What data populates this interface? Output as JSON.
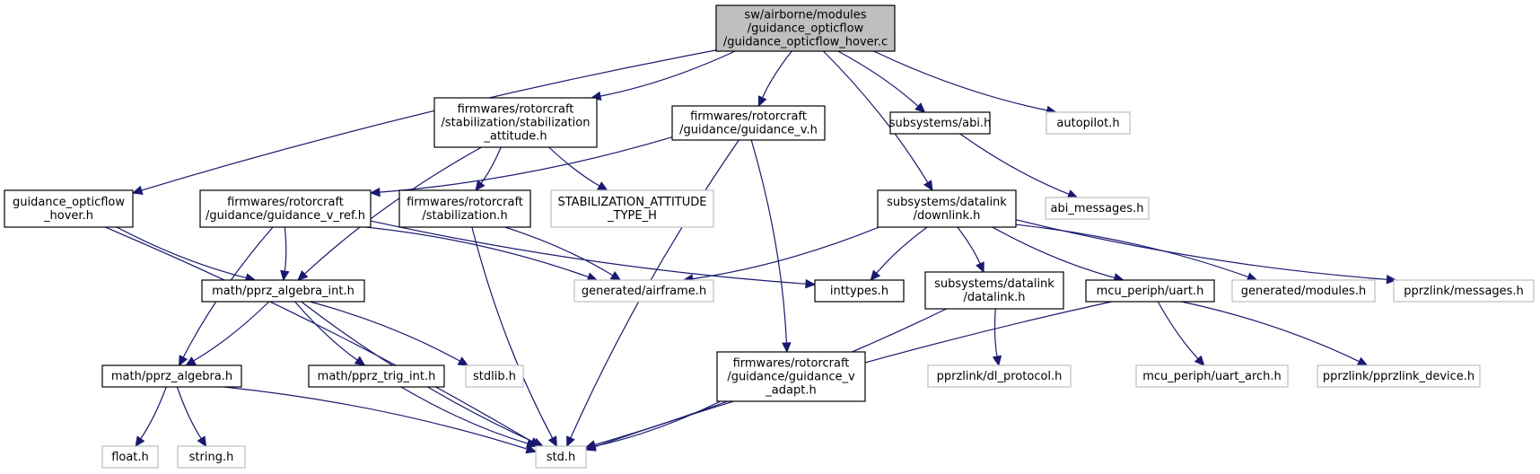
{
  "colors": {
    "edge": "#191970",
    "root_fill": "#bfbfbf",
    "root_border": "#000000",
    "documented_border": "#000000",
    "undocumented_border": "#bfbfbf",
    "fill": "#ffffff"
  },
  "nodes": [
    {
      "id": "root",
      "kind": "root",
      "lines": [
        "sw/airborne/modules",
        "/guidance_opticflow",
        "/guidance_opticflow_hover.c"
      ]
    },
    {
      "id": "gof_hover_h",
      "kind": "documented",
      "lines": [
        "guidance_opticflow",
        "_hover.h"
      ]
    },
    {
      "id": "stab_att",
      "kind": "documented",
      "lines": [
        "firmwares/rotorcraft",
        "/stabilization/stabilization",
        "_attitude.h"
      ]
    },
    {
      "id": "guid_v",
      "kind": "documented",
      "lines": [
        "firmwares/rotorcraft",
        "/guidance/guidance_v.h"
      ]
    },
    {
      "id": "abi",
      "kind": "documented",
      "lines": [
        "subsystems/abi.h"
      ]
    },
    {
      "id": "autopilot",
      "kind": "undocumented",
      "lines": [
        "autopilot.h"
      ]
    },
    {
      "id": "guid_v_ref",
      "kind": "documented",
      "lines": [
        "firmwares/rotorcraft",
        "/guidance/guidance_v_ref.h"
      ]
    },
    {
      "id": "stab",
      "kind": "documented",
      "lines": [
        "firmwares/rotorcraft",
        "/stabilization.h"
      ]
    },
    {
      "id": "stab_type",
      "kind": "undocumented",
      "lines": [
        "STABILIZATION_ATTITUDE",
        "_TYPE_H"
      ]
    },
    {
      "id": "downlink",
      "kind": "documented",
      "lines": [
        "subsystems/datalink",
        "/downlink.h"
      ]
    },
    {
      "id": "abi_msgs",
      "kind": "undocumented",
      "lines": [
        "abi_messages.h"
      ]
    },
    {
      "id": "algebra_int",
      "kind": "documented",
      "lines": [
        "math/pprz_algebra_int.h"
      ]
    },
    {
      "id": "airframe",
      "kind": "undocumented",
      "lines": [
        "generated/airframe.h"
      ]
    },
    {
      "id": "inttypes",
      "kind": "documented",
      "lines": [
        "inttypes.h"
      ]
    },
    {
      "id": "datalink",
      "kind": "documented",
      "lines": [
        "subsystems/datalink",
        "/datalink.h"
      ]
    },
    {
      "id": "uart",
      "kind": "documented",
      "lines": [
        "mcu_periph/uart.h"
      ]
    },
    {
      "id": "modules",
      "kind": "undocumented",
      "lines": [
        "generated/modules.h"
      ]
    },
    {
      "id": "messages",
      "kind": "undocumented",
      "lines": [
        "pprzlink/messages.h"
      ]
    },
    {
      "id": "algebra",
      "kind": "documented",
      "lines": [
        "math/pprz_algebra.h"
      ]
    },
    {
      "id": "trig_int",
      "kind": "documented",
      "lines": [
        "math/pprz_trig_int.h"
      ]
    },
    {
      "id": "stdlib",
      "kind": "undocumented",
      "lines": [
        "stdlib.h"
      ]
    },
    {
      "id": "guid_v_adapt",
      "kind": "documented",
      "lines": [
        "firmwares/rotorcraft",
        "/guidance/guidance_v",
        "_adapt.h"
      ]
    },
    {
      "id": "dl_protocol",
      "kind": "undocumented",
      "lines": [
        "pprzlink/dl_protocol.h"
      ]
    },
    {
      "id": "uart_arch",
      "kind": "undocumented",
      "lines": [
        "mcu_periph/uart_arch.h"
      ]
    },
    {
      "id": "pprzlink_device",
      "kind": "undocumented",
      "lines": [
        "pprzlink/pprzlink_device.h"
      ]
    },
    {
      "id": "float",
      "kind": "undocumented",
      "lines": [
        "float.h"
      ]
    },
    {
      "id": "string",
      "kind": "undocumented",
      "lines": [
        "string.h"
      ]
    },
    {
      "id": "std",
      "kind": "undocumented",
      "lines": [
        "std.h"
      ]
    }
  ],
  "edges": [
    [
      "root",
      "gof_hover_h"
    ],
    [
      "root",
      "stab_att"
    ],
    [
      "root",
      "guid_v"
    ],
    [
      "root",
      "abi"
    ],
    [
      "root",
      "autopilot"
    ],
    [
      "root",
      "downlink"
    ],
    [
      "gof_hover_h",
      "algebra_int"
    ],
    [
      "gof_hover_h",
      "std"
    ],
    [
      "stab_att",
      "algebra_int"
    ],
    [
      "stab_att",
      "stab"
    ],
    [
      "stab_att",
      "stab_type"
    ],
    [
      "guid_v",
      "guid_v_ref"
    ],
    [
      "guid_v",
      "std"
    ],
    [
      "guid_v",
      "guid_v_adapt"
    ],
    [
      "abi",
      "abi_msgs"
    ],
    [
      "guid_v_ref",
      "algebra_int"
    ],
    [
      "guid_v_ref",
      "algebra"
    ],
    [
      "guid_v_ref",
      "airframe"
    ],
    [
      "guid_v_ref",
      "inttypes"
    ],
    [
      "stab",
      "airframe"
    ],
    [
      "stab",
      "std"
    ],
    [
      "downlink",
      "airframe"
    ],
    [
      "downlink",
      "inttypes"
    ],
    [
      "downlink",
      "datalink"
    ],
    [
      "downlink",
      "uart"
    ],
    [
      "downlink",
      "modules"
    ],
    [
      "downlink",
      "messages"
    ],
    [
      "algebra_int",
      "algebra"
    ],
    [
      "algebra_int",
      "trig_int"
    ],
    [
      "algebra_int",
      "stdlib"
    ],
    [
      "algebra_int",
      "std"
    ],
    [
      "algebra",
      "float"
    ],
    [
      "algebra",
      "string"
    ],
    [
      "algebra",
      "std"
    ],
    [
      "trig_int",
      "std"
    ],
    [
      "guid_v_adapt",
      "std"
    ],
    [
      "datalink",
      "dl_protocol"
    ],
    [
      "datalink",
      "std"
    ],
    [
      "uart",
      "uart_arch"
    ],
    [
      "uart",
      "pprzlink_device"
    ],
    [
      "uart",
      "std"
    ]
  ]
}
